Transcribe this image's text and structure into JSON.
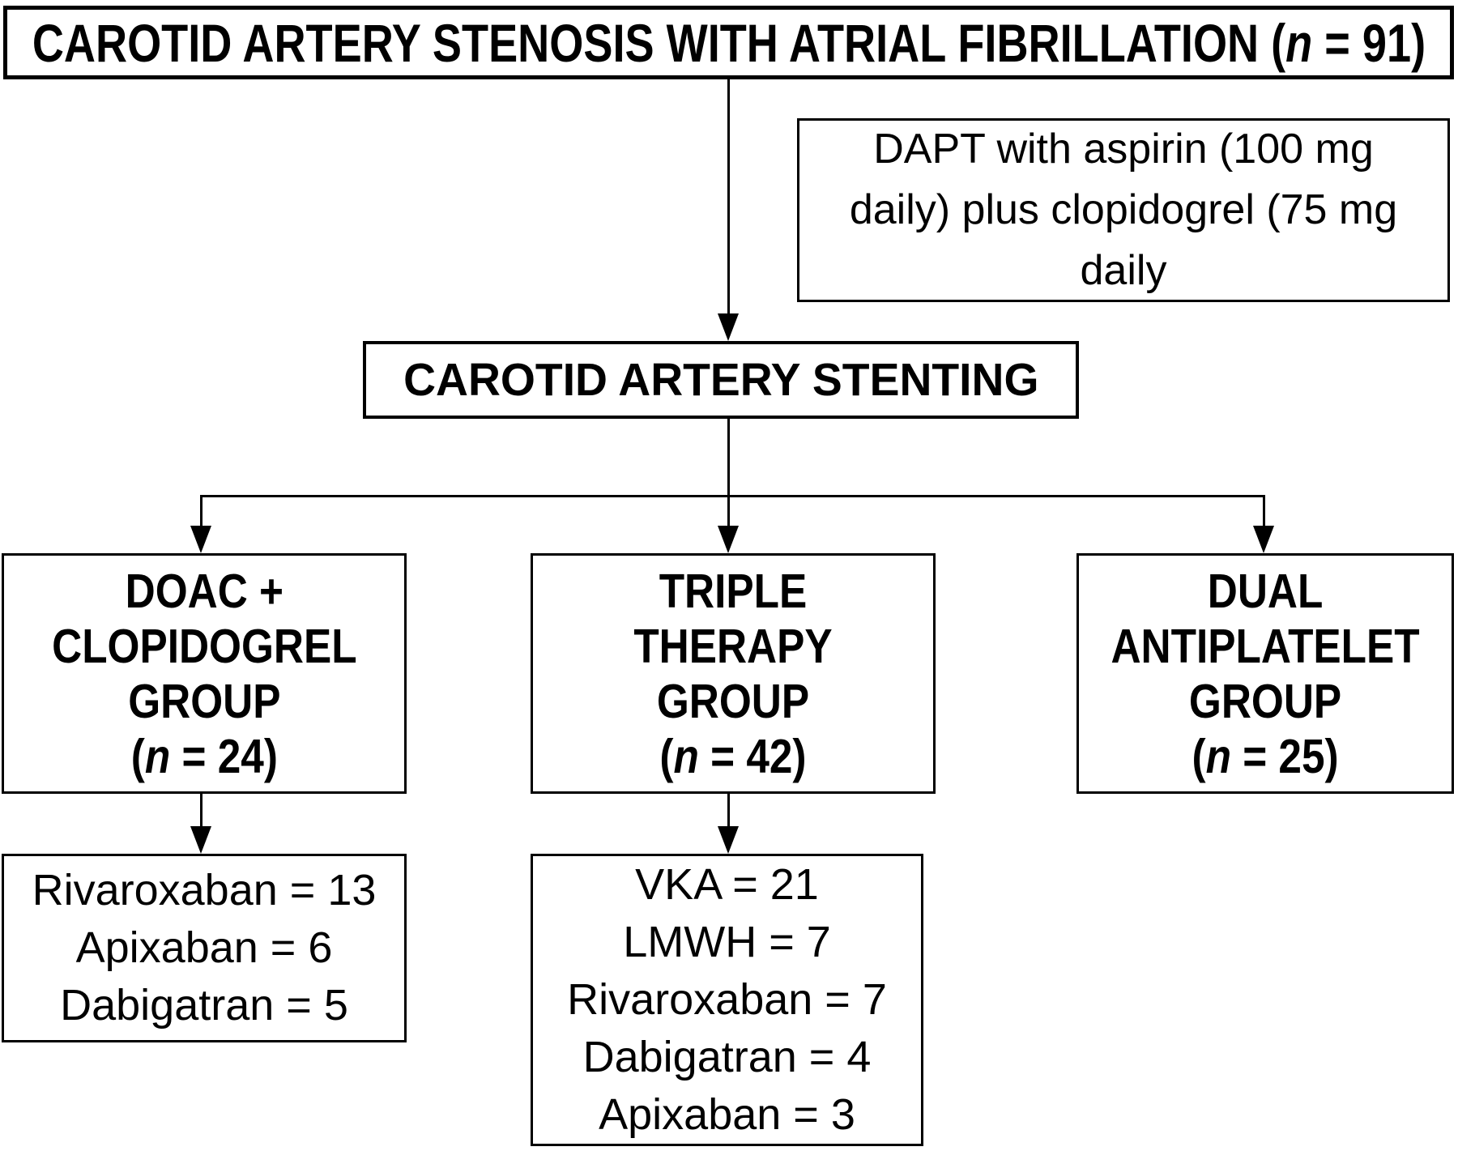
{
  "figure": {
    "background": "#ffffff",
    "ink": "#000000"
  },
  "population_box": {
    "prefix": "CAROTID ARTERY STENOSIS WITH ATRIAL FIBRILLATION (",
    "n_symbol": "n",
    "suffix": " = 91)"
  },
  "dapt_box": {
    "lines": [
      "DAPT with aspirin (100 mg",
      "daily) plus clopidogrel (75 mg",
      "daily"
    ]
  },
  "stenting_box": {
    "label": "CAROTID ARTERY STENTING"
  },
  "groups": [
    {
      "lines": [
        "DOAC +",
        "CLOPIDOGREL",
        "GROUP"
      ],
      "n_open": "(",
      "n_symbol": "n",
      "n_close": " = 24)"
    },
    {
      "lines": [
        "TRIPLE",
        "THERAPY",
        "GROUP"
      ],
      "n_open": "(",
      "n_symbol": "n",
      "n_close": " = 42)"
    },
    {
      "lines": [
        "DUAL",
        "ANTIPLATELET",
        "GROUP"
      ],
      "n_open": "(",
      "n_symbol": "n",
      "n_close": " = 25)"
    }
  ],
  "doac_breakdown": {
    "lines": [
      "Rivaroxaban = 13",
      "Apixaban = 6",
      "Dabigatran = 5"
    ]
  },
  "triple_breakdown": {
    "lines": [
      "VKA = 21",
      "LMWH = 7",
      "Rivaroxaban = 7",
      "Dabigatran = 4",
      "Apixaban = 3"
    ]
  }
}
